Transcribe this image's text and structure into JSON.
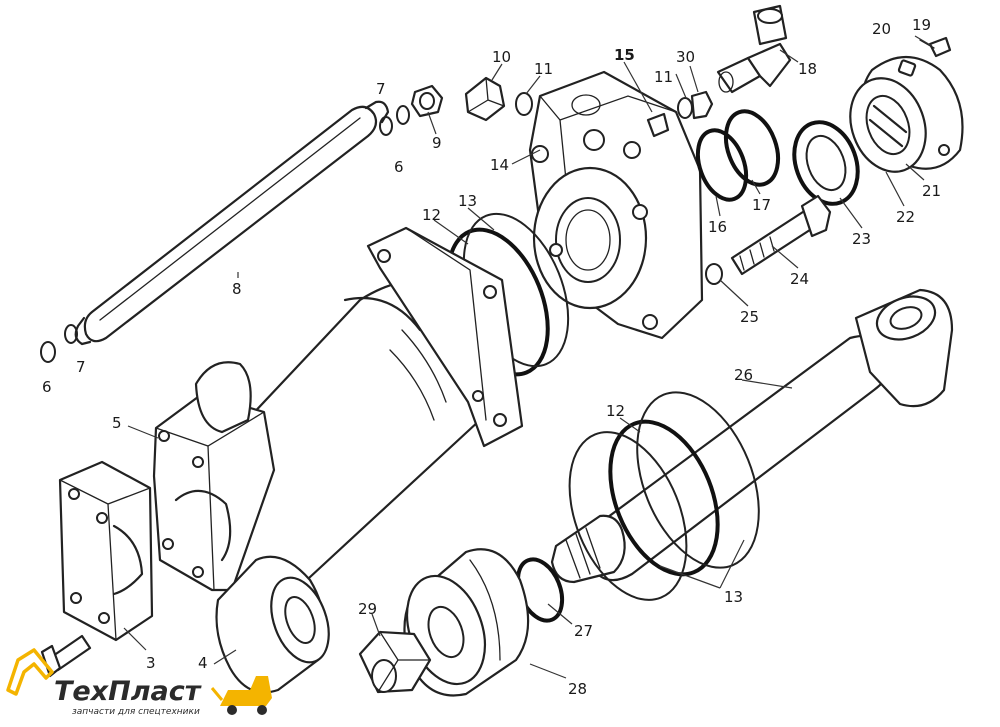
{
  "diagram": {
    "labels": {
      "p3": "3",
      "p4": "4",
      "p5": "5",
      "p6a": "6",
      "p6b": "6",
      "p7a": "7",
      "p7b": "7",
      "p8": "8",
      "p9": "9",
      "p10": "10",
      "p11a": "11",
      "p11b": "11",
      "p12a": "12",
      "p12b": "12",
      "p13a": "13",
      "p13b": "13",
      "p14": "14",
      "p15": "15",
      "p16": "16",
      "p17": "17",
      "p18": "18",
      "p19": "19",
      "p20": "20",
      "p21": "21",
      "p22": "22",
      "p23": "23",
      "p24": "24",
      "p25": "25",
      "p26": "26",
      "p27": "27",
      "p28": "28",
      "p29": "29",
      "p30": "30"
    }
  },
  "brand": {
    "name": "ТехПласт",
    "tagline": "запчасти для спецтехники",
    "accent_color": "#f4b400"
  }
}
